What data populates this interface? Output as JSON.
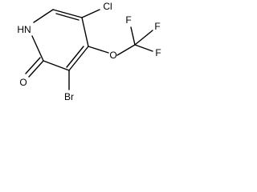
{
  "atoms": {
    "nh": "HN",
    "o": "O",
    "br": "Br",
    "cl": "Cl",
    "o_ether": "O",
    "f_top_left": "F",
    "f_top_right": "F",
    "f_right": "F"
  },
  "colors": {
    "bonds": "#000000",
    "labels": "#000000",
    "background": "#ffffff"
  }
}
